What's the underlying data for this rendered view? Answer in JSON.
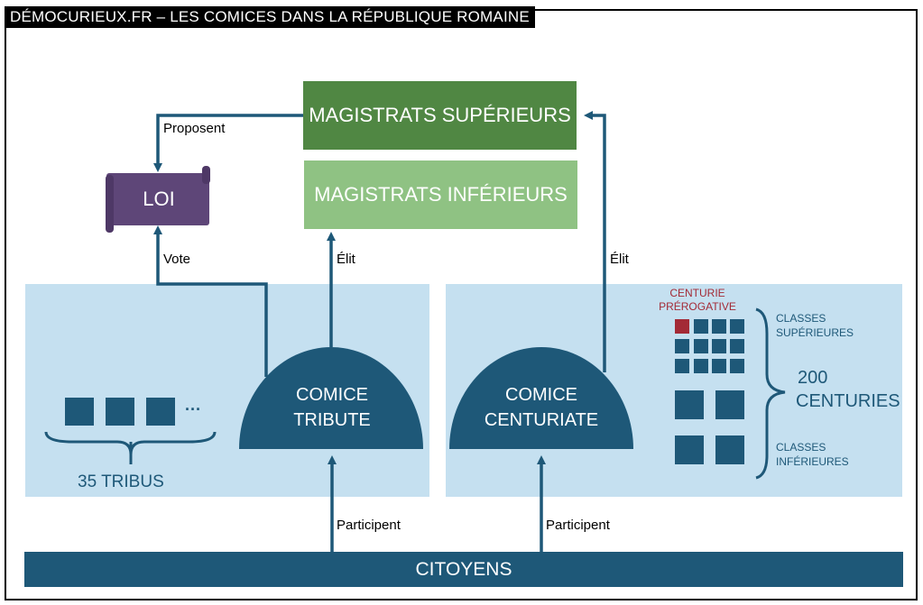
{
  "title": "DÉMOCURIEUX.FR –  LES COMICES DANS LA RÉPUBLIQUE ROMAINE",
  "colors": {
    "dark_blue": "#1e5878",
    "light_blue_panel": "#c5e0f0",
    "dark_green": "#508743",
    "light_green": "#8fc283",
    "purple": "#5e4678",
    "red": "#a32a36"
  },
  "nodes": {
    "magistrats_superieurs": "MAGISTRATS SUPÉRIEURS",
    "magistrats_inferieurs": "MAGISTRATS INFÉRIEURS",
    "loi": "LOI",
    "comice_tribute": [
      "COMICE",
      "TRIBUTE"
    ],
    "comice_centuriate": [
      "COMICE",
      "CENTURIATE"
    ],
    "citoyens": "CITOYENS"
  },
  "edges": {
    "proposent": "Proposent",
    "vote": "Vote",
    "elit_tribute": "Élit",
    "elit_centuriate": "Élit",
    "participent_tribute": "Participent",
    "participent_centuriate": "Participent"
  },
  "tribus": {
    "ellipsis": "···",
    "label": "35 TRIBUS"
  },
  "centuries": {
    "prerogative": [
      "CENTURIE",
      "PRÉROGATIVE"
    ],
    "classes_superieures": [
      "CLASSES",
      "SUPÉRIEURES"
    ],
    "classes_inferieures": [
      "CLASSES",
      "INFÉRIEURES"
    ],
    "total": [
      "200",
      "CENTURIES"
    ]
  }
}
